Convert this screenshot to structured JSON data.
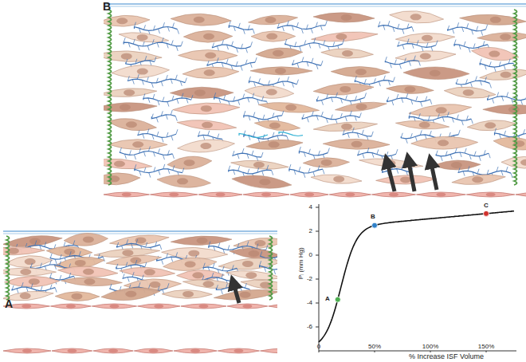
{
  "diagram": {
    "labels": [
      "B",
      "A",
      "4",
      "2",
      "0",
      "-2",
      "-4",
      "-6",
      "0",
      "50%",
      "100%",
      "150%",
      "% Increase ISF Volume",
      "Pᵢ (mm Hg)",
      "A",
      "B",
      "C"
    ]
  }
}
